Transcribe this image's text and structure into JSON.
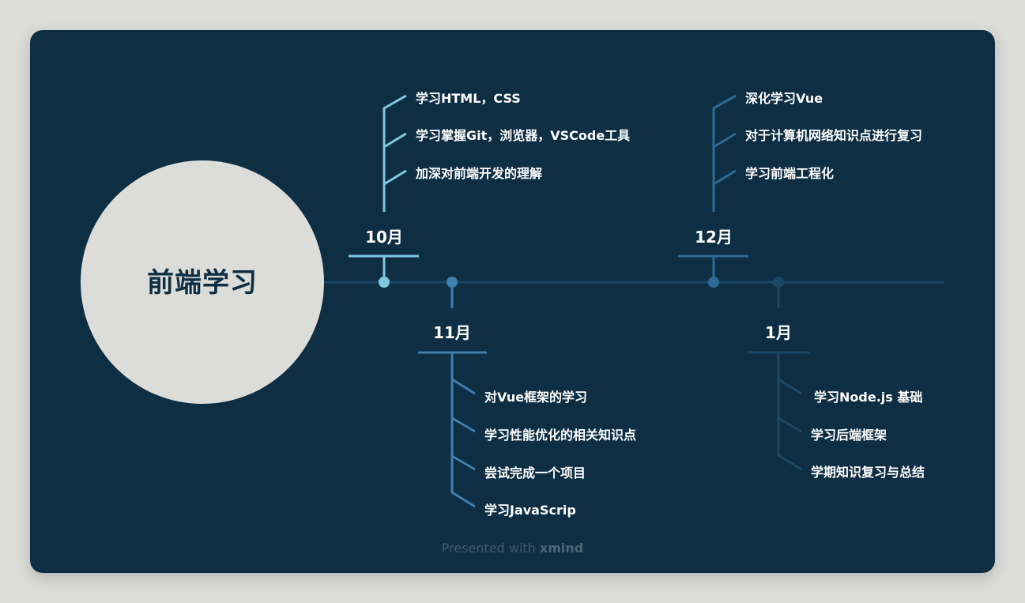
{
  "central_topic": "前端学习",
  "milestones": [
    {
      "month": "10月",
      "items": [
        "学习HTML，CSS",
        "学习掌握Git，浏览器，VSCode工具",
        "加深对前端开发的理解"
      ]
    },
    {
      "month": "11月",
      "items": [
        "对Vue框架的学习",
        "学习性能优化的相关知识点",
        "尝试完成一个项目",
        "学习JavaScrip"
      ]
    },
    {
      "month": "12月",
      "items": [
        "深化学习Vue",
        "对于计算机网络知识点进行复习",
        "学习前端工程化"
      ]
    },
    {
      "month": "1月",
      "items": [
        "学习Node.js 基础",
        "学习后端框架",
        "学期知识复习与总结"
      ]
    }
  ],
  "colors": {
    "background": "#dcddd9",
    "card": "#0e2e43",
    "timeline": "#1e4762",
    "oct": "#7ec8df",
    "nov": "#3e7fae",
    "dec": "#2f6a96",
    "jan": "#1b4864"
  },
  "footer": {
    "prefix": "Presented with",
    "brand": "xmind"
  }
}
